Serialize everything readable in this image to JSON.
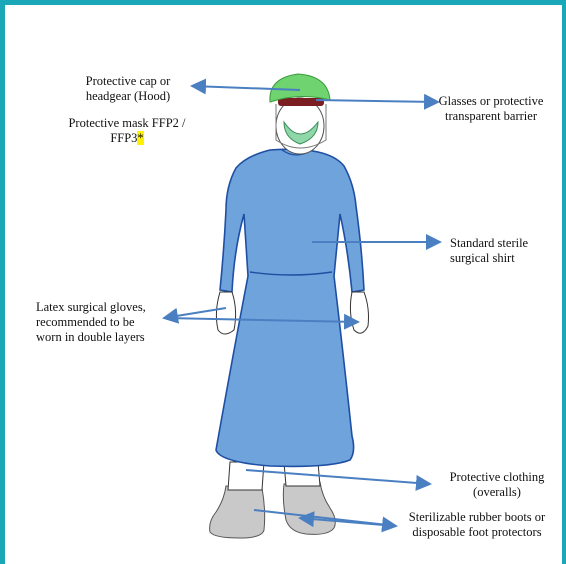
{
  "colors": {
    "frame": "#1aa8b8",
    "gown": "#6fa3dc",
    "gown_outline": "#1f4fa3",
    "cap": "#6fd36f",
    "mask": "#8fd6a8",
    "arrow": "#4a7fc1",
    "boot": "#c9c9c9",
    "highlight": "#fff200"
  },
  "labels": {
    "cap": "Protective cap or headgear (Hood)",
    "cap_line1": "Protective cap or",
    "cap_line2": "headgear (Hood)",
    "mask_line1": "Protective mask FFP2 /",
    "mask_line2": "FFP3",
    "mask_marker": "*",
    "glasses_line1": "Glasses or protective",
    "glasses_line2": "transparent barrier",
    "shirt_line1": "Standard sterile",
    "shirt_line2": "surgical shirt",
    "gloves_line1": "Latex surgical gloves,",
    "gloves_line2": "recommended to be",
    "gloves_line3": "worn in double layers",
    "clothing_line1": "Protective clothing",
    "clothing_line2": "(overalls)",
    "boots_line1": "Sterilizable rubber boots or",
    "boots_line2": "disposable foot protectors"
  }
}
